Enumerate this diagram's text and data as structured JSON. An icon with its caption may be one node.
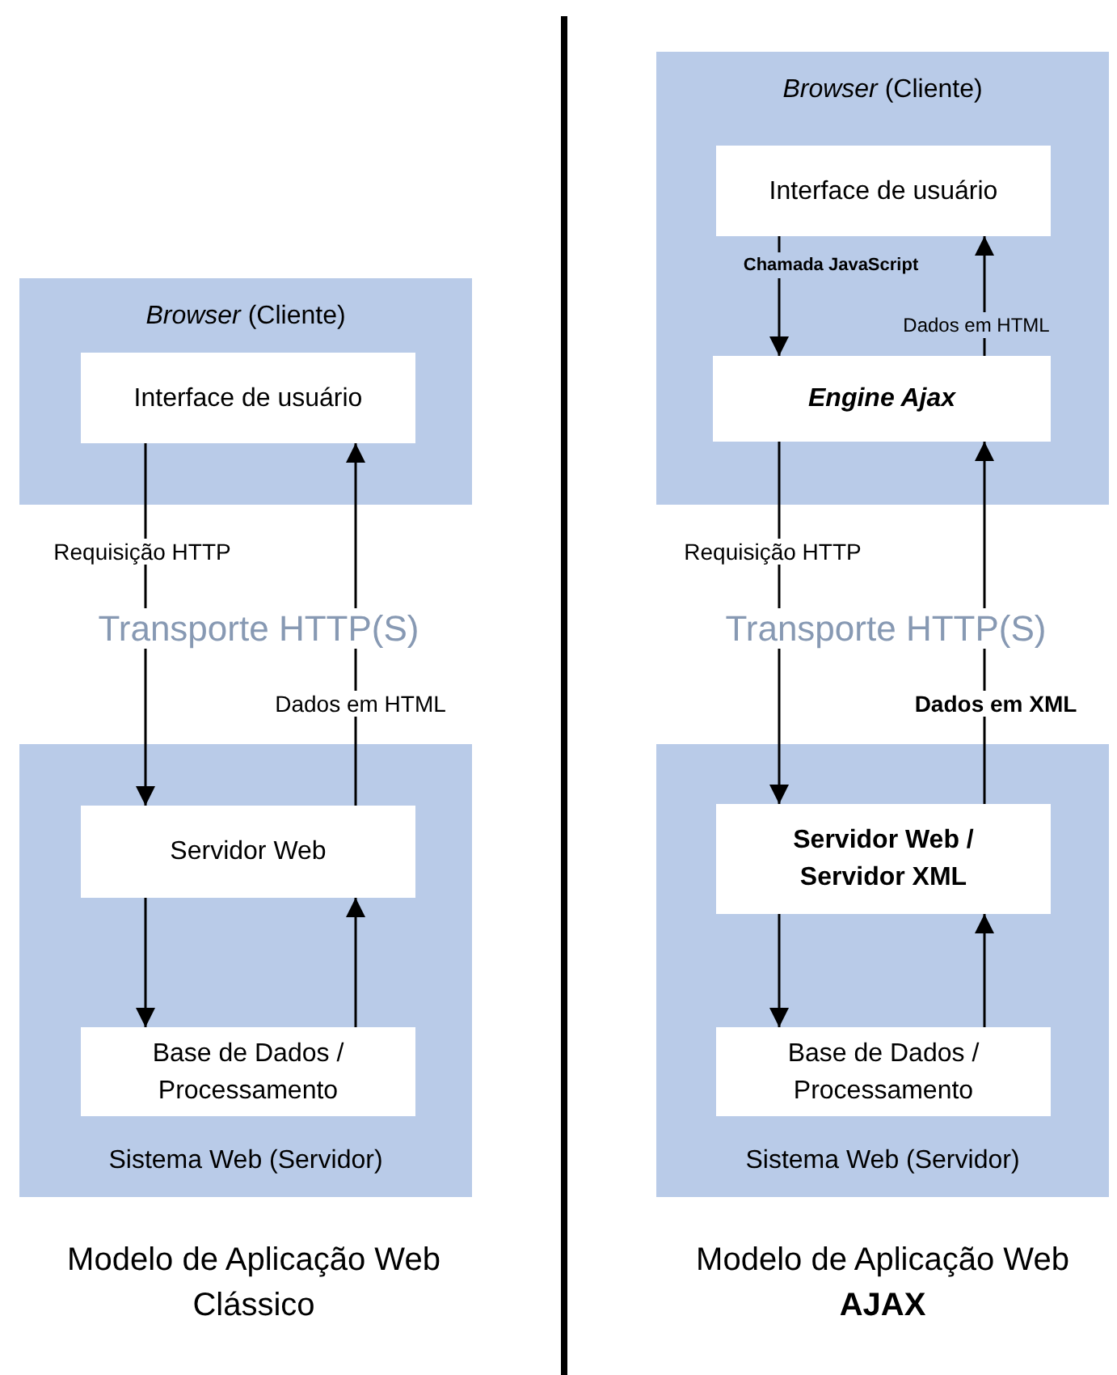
{
  "diagram": {
    "nodes": [
      {
        "text": [
          "*Browser* (Cliente)"
        ]
      },
      {
        "text": [
          "Interface de usuário"
        ],
        "in": 0
      },
      {
        "text": [
          "Sistema Web (Servidor)"
        ]
      },
      {
        "text": [
          "Servidor Web"
        ],
        "in": 2
      },
      {
        "text": [
          "Base de Dados / Processamento"
        ],
        "in": 2
      },
      {
        "text": [
          "*Browser* (Cliente)"
        ]
      },
      {
        "text": [
          "Interface de usuário"
        ],
        "in": 5
      },
      {
        "text": [
          "Engine Ajax"
        ],
        "in": 5
      },
      {
        "text": [
          "Sistema Web (Servidor)"
        ]
      },
      {
        "text": [
          "Servidor Web / Servidor XML"
        ],
        "in": 8
      },
      {
        "text": [
          "Base de Dados / Processamento"
        ],
        "in": 8
      }
    ],
    "edges": [
      {
        "from": 1,
        "to": 3,
        "arrow": "to",
        "label": "Requisição HTTP"
      },
      {
        "from": 3,
        "to": 1,
        "arrow": "to",
        "label": "Dados em HTML"
      },
      {
        "from": 3,
        "to": 4,
        "arrow": "to"
      },
      {
        "from": 4,
        "to": 3,
        "arrow": "to"
      },
      {
        "from": 6,
        "to": 7,
        "arrow": "to",
        "label": "Chamada JavaScript"
      },
      {
        "from": 7,
        "to": 6,
        "arrow": "to",
        "label": "Dados em HTML"
      },
      {
        "from": 7,
        "to": 9,
        "arrow": "to",
        "label": "Requisição HTTP"
      },
      {
        "from": 9,
        "to": 7,
        "arrow": "to",
        "label": "Dados em XML"
      },
      {
        "from": 9,
        "to": 10,
        "arrow": "to"
      },
      {
        "from": 10,
        "to": 9,
        "arrow": "to"
      }
    ],
    "labels": [
      "Transporte HTTP(S)",
      "Transporte HTTP(S)",
      "Modelo de Aplicação Web Clássico",
      "Modelo de Aplicação Web **AJAX**"
    ]
  }
}
